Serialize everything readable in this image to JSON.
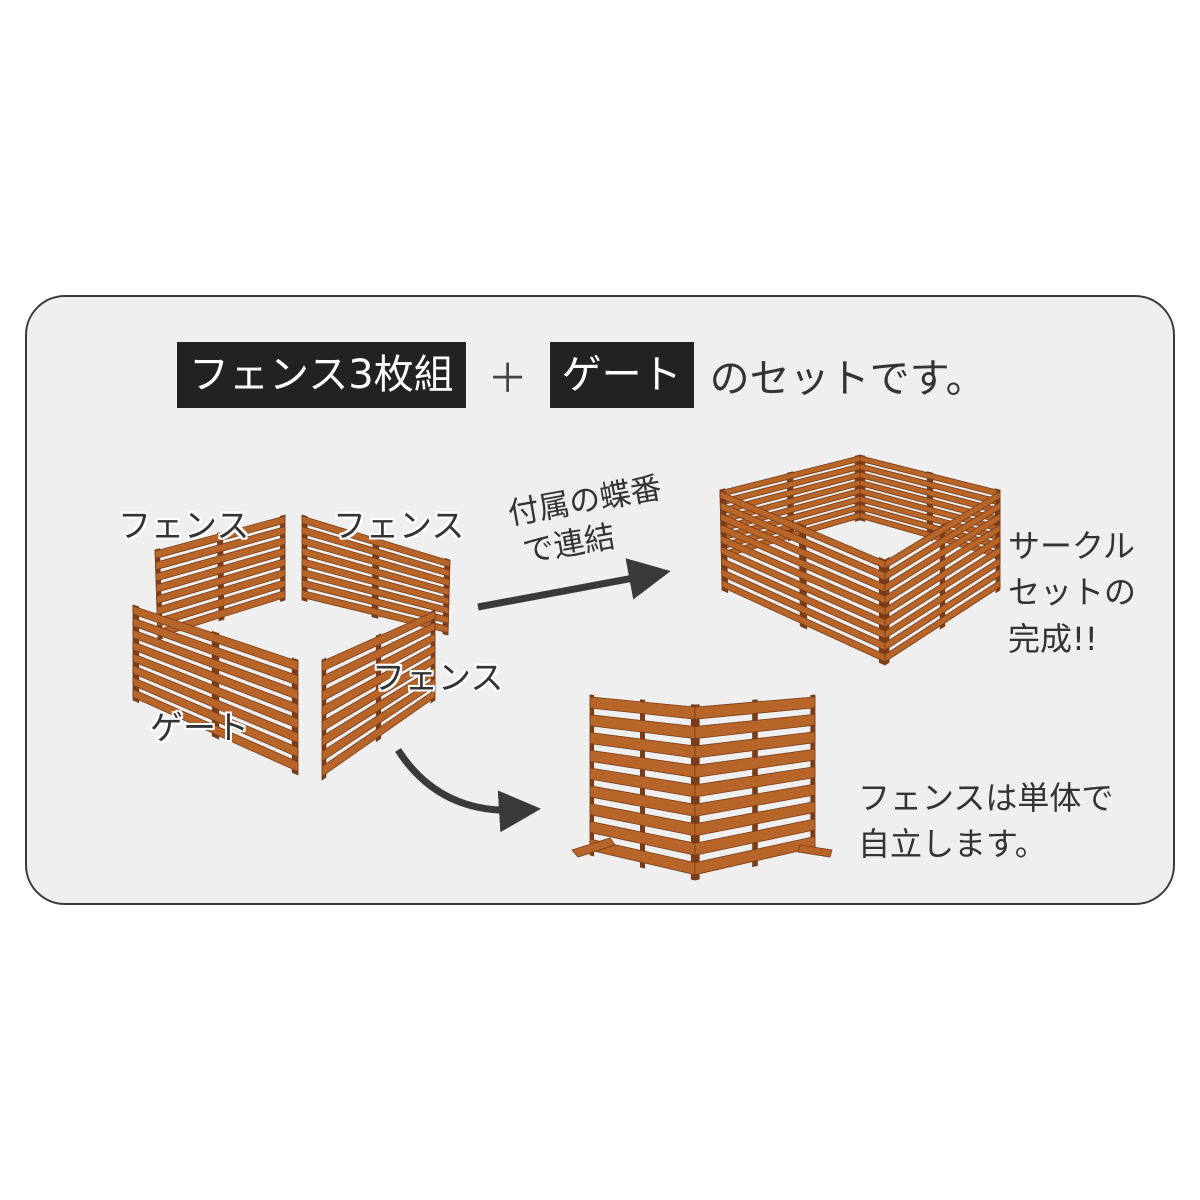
{
  "heading": {
    "fence_set": "フェンス3枚組",
    "plus": "＋",
    "gate": "ゲート",
    "suffix": "のセットです。"
  },
  "labels": {
    "fence_back_left": "フェンス",
    "fence_back_right": "フェンス",
    "fence_front_right": "フェンス",
    "gate": "ゲート"
  },
  "connect_note": {
    "line1": "付属の蝶番",
    "line2": "で連結"
  },
  "circle_note": {
    "line1": "サークル",
    "line2": "セットの",
    "line3": "完成!!"
  },
  "standalone_note": {
    "line1": "フェンスは単体で",
    "line2": "自立します。"
  },
  "colors": {
    "wood": "#b8652a",
    "wood_dark": "#7a3d18",
    "frame_bg": "#efefef",
    "heading_box": "#222222",
    "arrow": "#3a3a3a"
  }
}
